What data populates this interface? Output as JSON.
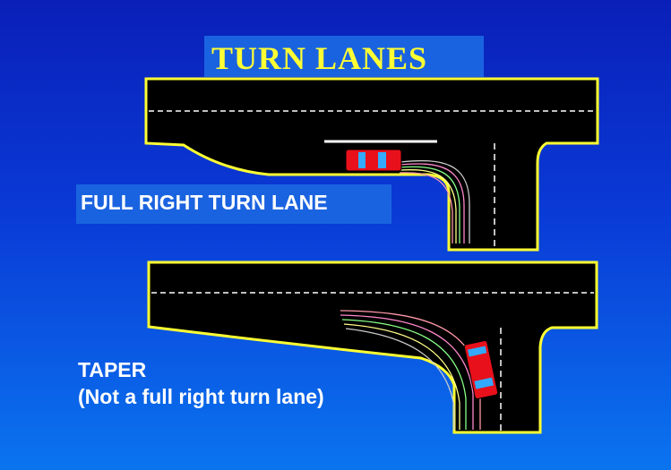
{
  "title": "TURN LANES",
  "labels": {
    "full_lane": "FULL RIGHT TURN LANE",
    "taper_line1": "TAPER",
    "taper_line2": "(Not a full right turn lane)"
  },
  "colors": {
    "road": "#000000",
    "edge": "#ffff33",
    "title": "#ffff33",
    "car": "#e8101a",
    "car_window": "#33aaff"
  }
}
